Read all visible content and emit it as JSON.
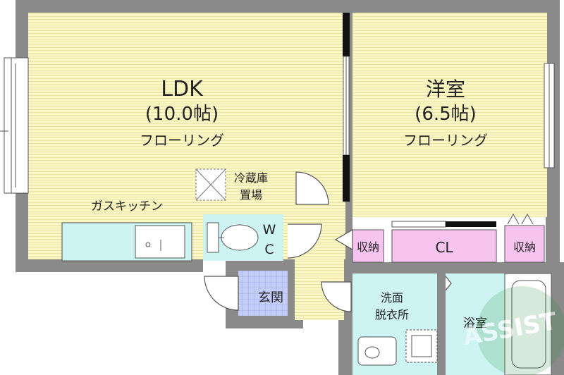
{
  "floorplan": {
    "ldk": {
      "name": "LDK",
      "size": "(10.0帖)",
      "floor": "フローリング"
    },
    "western_room": {
      "name": "洋室",
      "size": "(6.5帖)",
      "floor": "フローリング"
    },
    "fridge": {
      "line1": "冷蔵庫",
      "line2": "置場"
    },
    "kitchen": "ガスキッチン",
    "wc": {
      "line1": "W",
      "line2": "C"
    },
    "entrance": "玄関",
    "storage_left": "収納",
    "closet": "CL",
    "storage_right": "収納",
    "washroom": {
      "line1": "洗面",
      "line2": "脱衣所"
    },
    "bathroom": "浴室",
    "watermark": "ASSIST"
  },
  "colors": {
    "floor": "#fbf7c4",
    "floor_line": "#e6df9a",
    "wall": "#7a7a7a",
    "wet_area": "#cdf3f3",
    "storage": "#f7c4f0",
    "entrance_tile": "#c4cdf7",
    "watermark": "#2f8f3f"
  }
}
